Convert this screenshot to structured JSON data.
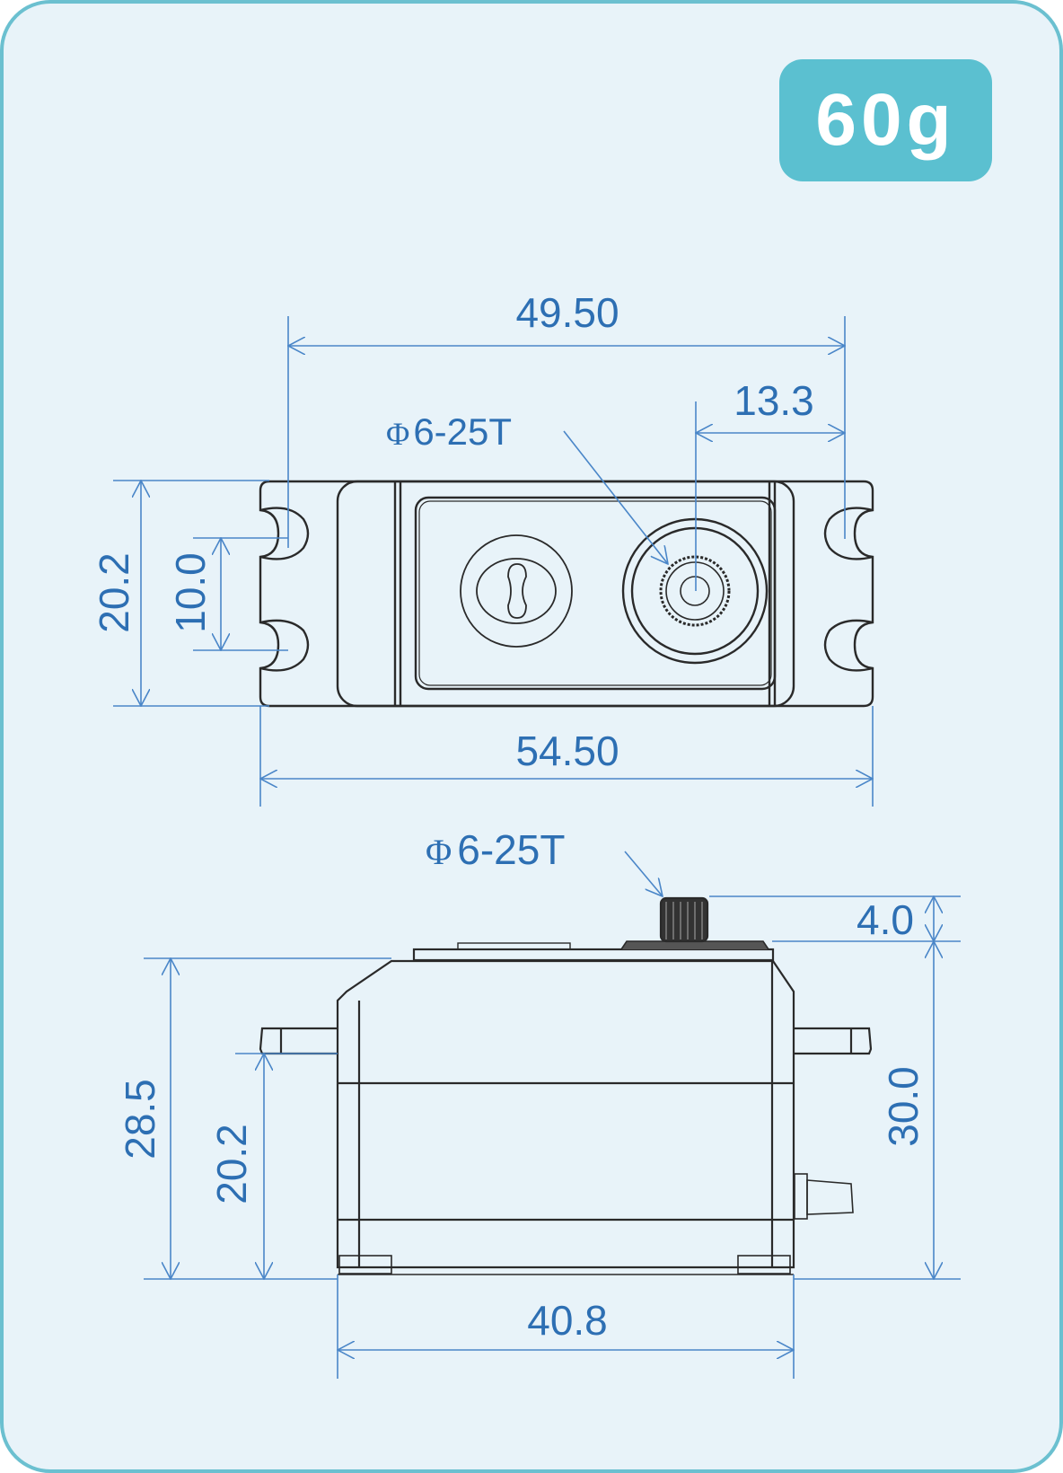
{
  "badge": {
    "weight": "60g",
    "color": "#5bc0d0"
  },
  "top_view": {
    "overall_length": "49.50",
    "horn_offset": "13.3",
    "spline_label_prefix": "Φ",
    "spline_label": "6-25T",
    "body_height": "20.2",
    "hole_spacing": "10.0",
    "tab_to_tab_length": "54.50"
  },
  "side_view": {
    "spline_label_prefix": "Φ",
    "spline_label": "6-25T",
    "spline_height": "4.0",
    "total_height": "30.0",
    "case_height": "28.5",
    "mount_height": "20.2",
    "body_width": "40.8"
  },
  "colors": {
    "background": "#e8f3f9",
    "border": "#6bc0d0",
    "dimension": "#2d6fb3",
    "outline": "#2a2a2a"
  }
}
